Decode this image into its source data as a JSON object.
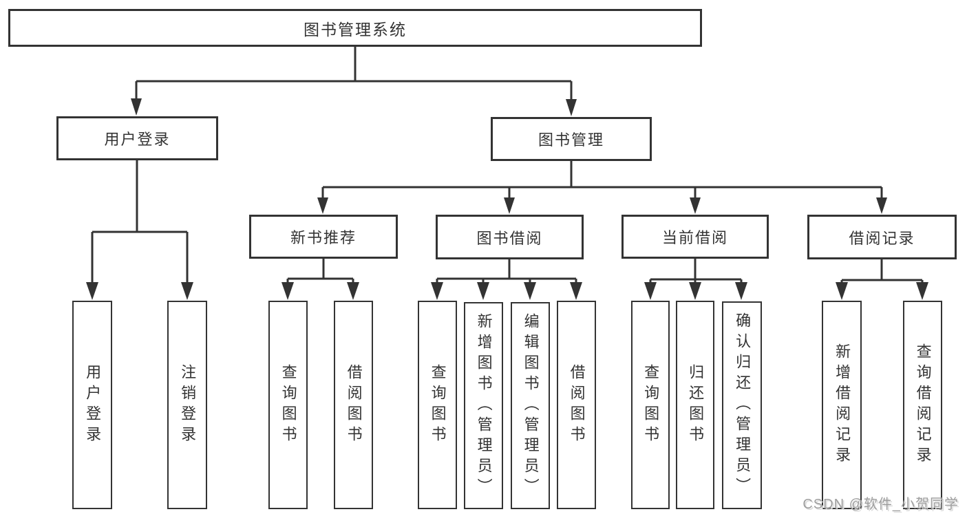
{
  "diagram": {
    "root": {
      "label": "图书管理系统"
    },
    "branches": [
      {
        "label": "用户登录",
        "children": [
          {
            "label": "用户登录"
          },
          {
            "label": "注销登录"
          }
        ]
      },
      {
        "label": "图书管理",
        "children": [
          {
            "label": "新书推荐",
            "children": [
              {
                "label": "查询图书"
              },
              {
                "label": "借阅图书"
              }
            ]
          },
          {
            "label": "图书借阅",
            "children": [
              {
                "label": "查询图书"
              },
              {
                "label": "新增图书（管理员）"
              },
              {
                "label": "编辑图书（管理员）"
              },
              {
                "label": "借阅图书"
              }
            ]
          },
          {
            "label": "当前借阅",
            "children": [
              {
                "label": "查询图书"
              },
              {
                "label": "归还图书"
              },
              {
                "label": "确认归还（管理员）"
              }
            ]
          },
          {
            "label": "借阅记录",
            "children": [
              {
                "label": "新增借阅记录"
              },
              {
                "label": "查询借阅记录"
              }
            ]
          }
        ]
      }
    ]
  },
  "watermark": {
    "text": "CSDN @软件_小贺同学"
  },
  "colors": {
    "line": "#333333",
    "box_border": "#333333",
    "text": "#333333",
    "background": "#ffffff",
    "watermark": "#9f9f9f"
  }
}
